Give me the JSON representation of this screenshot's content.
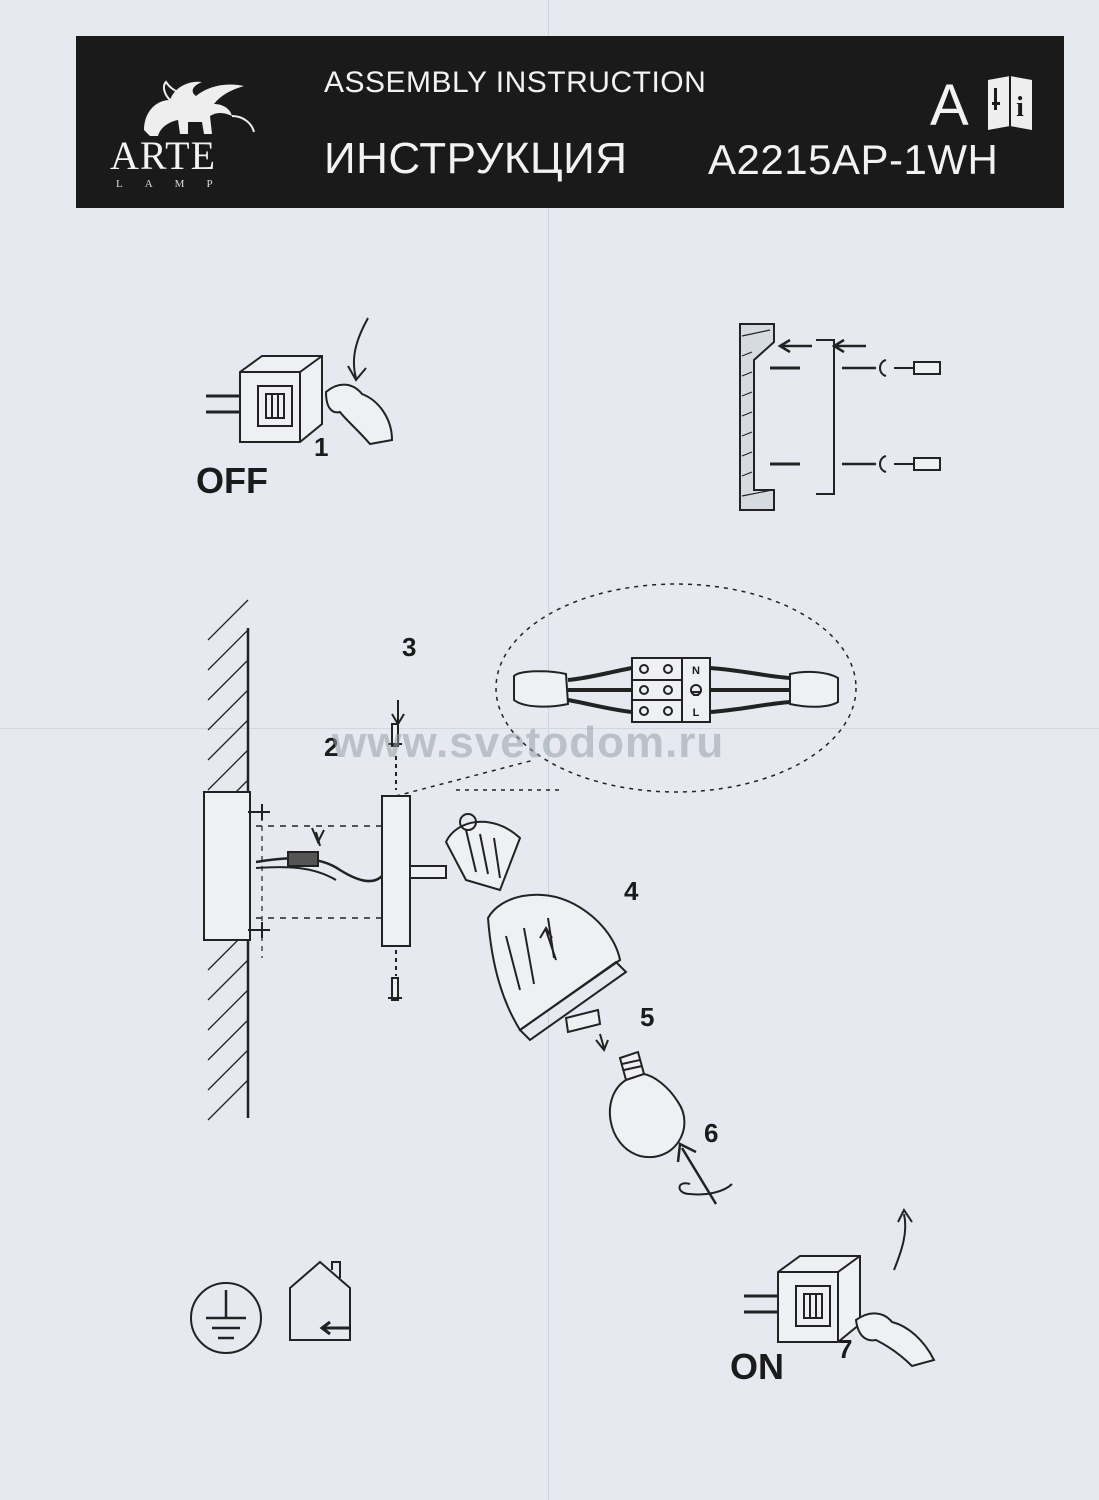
{
  "header": {
    "logo_word": "ARTE",
    "logo_sub": "LAMP",
    "title_en": "ASSEMBLY INSTRUCTION",
    "title_ru": "ИНСТРУКЦИЯ",
    "model": "A2215AP-1WH",
    "language_letter": "A",
    "manual_glyph": "i"
  },
  "steps": {
    "s1": "1",
    "s2": "2",
    "s3": "3",
    "s4": "4",
    "s5": "5",
    "s6": "6",
    "s7": "7"
  },
  "switch_off_label": "OFF",
  "switch_on_label": "ON",
  "wiring": {
    "n_label": "N",
    "l_label": "L"
  },
  "watermark": "www.svetodom.ru",
  "icons": {
    "logo": "griffin-lion-icon",
    "manual": "manual-book-icon",
    "ground": "ground-symbol-icon",
    "indoor": "indoor-house-icon"
  },
  "colors": {
    "paper": "#e6eaf0",
    "header_bg": "#1a1a1a",
    "ink": "#1b1b1b"
  }
}
